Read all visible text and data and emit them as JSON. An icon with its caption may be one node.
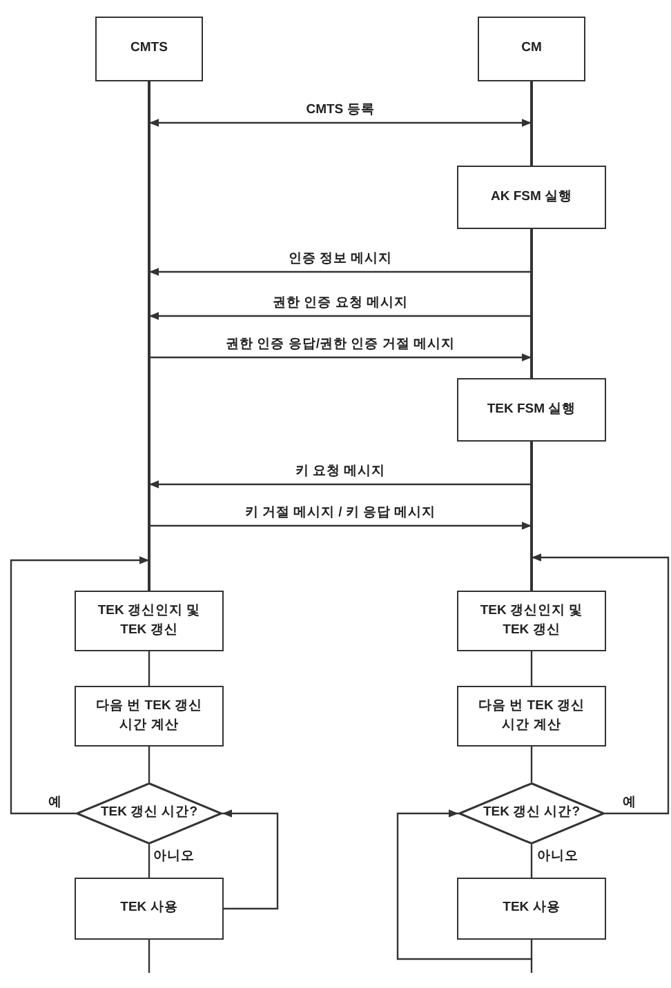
{
  "diagram": {
    "nodes": [
      {
        "text": [
          "CMTS"
        ]
      },
      {
        "text": [
          "CM"
        ]
      },
      {
        "text": [],
        "shape": "line"
      },
      {
        "text": [],
        "shape": "line"
      },
      {
        "text": [
          "AK FSM 실행"
        ]
      },
      {
        "text": [],
        "shape": "line"
      },
      {
        "text": [
          "TEK FSM 실행"
        ]
      },
      {
        "text": [],
        "shape": "line"
      },
      {
        "text": [
          "TEK 갱신인지 및 TEK 갱신"
        ]
      },
      {
        "text": [
          "다음 번 TEK 갱신 시간 계산"
        ]
      },
      {
        "text": [
          "TEK 갱신 시간?"
        ]
      },
      {
        "text": [
          "TEK 사용"
        ]
      },
      {
        "text": [
          "TEK 갱신인지 및 TEK 갱신"
        ]
      },
      {
        "text": [
          "다음 번 TEK 갱신 시간 계산"
        ]
      },
      {
        "text": [
          "TEK 갱신 시간?"
        ]
      },
      {
        "text": [
          "TEK 사용"
        ]
      }
    ],
    "edges": [
      {
        "from": 2,
        "to": 3,
        "arrow": "both",
        "label": "CMTS 등록"
      },
      {
        "from": 5,
        "to": 2,
        "arrow": "to",
        "label": "인증 정보 메시지"
      },
      {
        "from": 5,
        "to": 2,
        "arrow": "to",
        "label": "권한 인증 요청 메시지"
      },
      {
        "from": 2,
        "to": 5,
        "arrow": "to",
        "label": "권한 인증 응답/권한 인증 거절 메시지"
      },
      {
        "from": 7,
        "to": 2,
        "arrow": "to",
        "label": "키 요청 메시지"
      },
      {
        "from": 2,
        "to": 7,
        "arrow": "to",
        "label": "키 거절 메시지 / 키 응답 메시지"
      },
      {
        "from": 8,
        "to": 9,
        "arrow": "none"
      },
      {
        "from": 9,
        "to": 10,
        "arrow": "none"
      },
      {
        "from": 10,
        "to": 11,
        "arrow": "none",
        "label": "아니오"
      },
      {
        "from": 11,
        "to": 10,
        "arrow": "to"
      },
      {
        "from": 10,
        "to": 2,
        "arrow": "to",
        "label": "예"
      },
      {
        "from": 12,
        "to": 13,
        "arrow": "none"
      },
      {
        "from": 13,
        "to": 14,
        "arrow": "none"
      },
      {
        "from": 14,
        "to": 15,
        "arrow": "none",
        "label": "아니오"
      },
      {
        "from": 15,
        "to": 14,
        "arrow": "to"
      },
      {
        "from": 14,
        "to": 7,
        "arrow": "to",
        "label": "예"
      }
    ]
  }
}
